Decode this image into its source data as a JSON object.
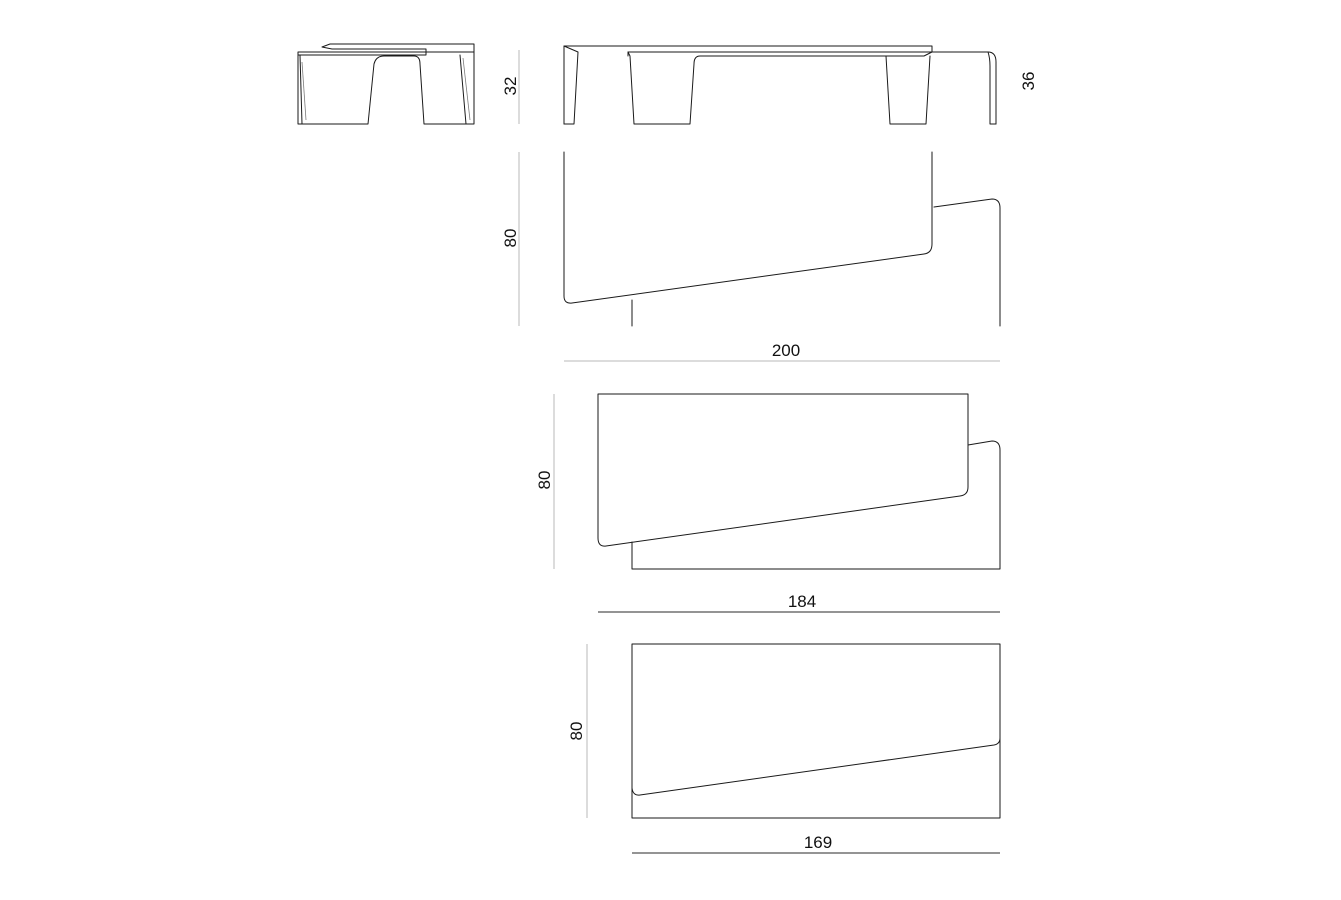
{
  "dimensions": {
    "side_view_height": "32",
    "front_view_height": "36",
    "plan_large_depth": "80",
    "plan_large_width": "200",
    "plan_medium_depth": "80",
    "plan_medium_width": "184",
    "plan_small_depth": "80",
    "plan_small_width": "169"
  },
  "colors": {
    "stroke": "#1a1a1a",
    "dimension_line": "#b8b8b8",
    "background": "#ffffff"
  }
}
